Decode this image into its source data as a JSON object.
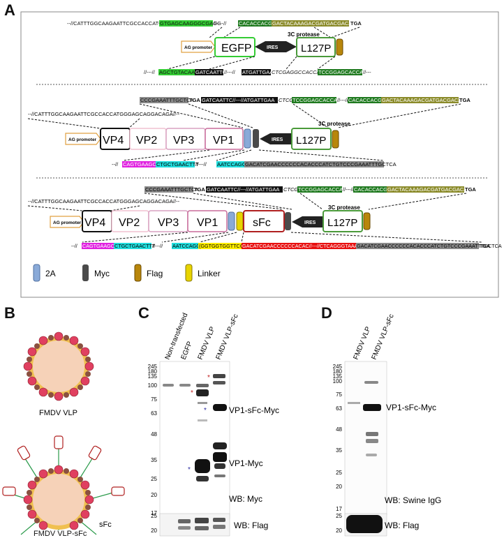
{
  "panels": {
    "A": "A",
    "B": "B",
    "C": "C",
    "D": "D"
  },
  "panelA": {
    "row1": {
      "seq_top_prefix": "--//CATTTGGCAAGAATTCGCCACCATG",
      "seq_top_green": "GTGAGCAAGGGCGAGG",
      "seq_top_sep": "//----//",
      "seq_top_darkgreen": "CACACCACGAG",
      "seq_top_olive": "GACTACAAAGACGATGACGACAAG",
      "seq_top_tga": "TGA",
      "promoter": "AG promoter",
      "egfp": "EGFP",
      "ires": "IRES",
      "l127p": "L127P",
      "protease": "3C protease",
      "seq_bot_prefix": "//---//",
      "seq_bot_green": "AGCTGTACAAG",
      "seq_bot_black": "GATCAATTC",
      "seq_bot_sep": "//---//",
      "seq_bot_black2": "ATGATTGAA",
      "seq_bot_mid": "CTCGAGGCCACCATG",
      "seq_bot_dkgreen": "TCCGGAGCACCACC",
      "seq_bot_end": "//---"
    },
    "row2": {
      "seq_top_gray": "CCCGAAATTTGCTCA",
      "seq_top_tga": "TGA",
      "seq_top_black": "GATCAATTC//---//ATGATTGAA",
      "seq_top_mid": "CTCGAGGCCACCATG",
      "seq_top_dkgreen": "TCCGGAGCACCACC",
      "seq_top_sep": "//---//",
      "seq_top_dkgreen2": "CACACCACGAG",
      "seq_top_olive": "GACTACAAAGACGATGACGACAAG",
      "seq_top_tga2": "TGA",
      "seq_left": "--//CATTTGGCAAGAATTCGCCACCATGGGAGCAGGACAGA//--",
      "promoter": "AG promoter",
      "vp4": "VP4",
      "vp2": "VP2",
      "vp3": "VP3",
      "vp1": "VP1",
      "ires": "IRES",
      "l127p": "L127P",
      "protease": "3C protease",
      "seq_bot_prefix": "--//",
      "seq_bot_magenta": "CAGTGAAGCAG",
      "seq_bot_cyan": "CTGCTGAACTTT",
      "seq_bot_sep": "//---//",
      "seq_bot_cyan2": "AATCCAGGC",
      "seq_bot_gray": "GACATCGAACCCCCCACACCCATCTGTCCCGAAATTTGCTCA"
    },
    "row3": {
      "seq_top_gray": "CCCGAAATTTGCTCA",
      "seq_top_tga": "TGA",
      "seq_top_black": "GATCAATTC//---//ATGATTGAA",
      "seq_top_mid": "CTCGAGGCCACCATG",
      "seq_top_dkgreen": "TCCGGAGCACCACC",
      "seq_top_sep": "//---//",
      "seq_top_dkgreen2": "CACACCACGAG",
      "seq_top_olive": "GACTACAAAGACGATGACGACAAG",
      "seq_top_tga2": "TGA",
      "seq_left": "--//CATTTGGCAAGAATTCGCCACCATGGGAGCAGGACAGA//--",
      "promoter": "AG promoter",
      "vp4": "VP4",
      "vp2": "VP2",
      "vp3": "VP3",
      "vp1": "VP1",
      "sfc": "sFc",
      "ires": "IRES",
      "l127p": "L127P",
      "protease": "3C protease",
      "seq_bot_prefix": "--//",
      "seq_bot_magenta": "CAGTGAAGCAG",
      "seq_bot_cyan": "CTGCTGAACTTT",
      "seq_bot_sep": "//---//",
      "seq_bot_cyan2": "AATCCAGGC",
      "seq_bot_yellow": "(GGTGGTGGTTCG)",
      "seq_bot_red": "GACATCGAACCCCCCACAC//---//CTCAGGGTAAA",
      "seq_bot_gray": "GACATCGAACCCCCCACACCCATCTGTCCCGAAATTTGCTCA",
      "seq_bot_tga": "TGA"
    },
    "legend": [
      {
        "label": "2A",
        "color": "#8aaad8"
      },
      {
        "label": "Myc",
        "color": "#4a4a4a"
      },
      {
        "label": "Flag",
        "color": "#b8860b"
      },
      {
        "label": "Linker",
        "color": "#e8d400"
      }
    ]
  },
  "panelB": {
    "vlp_label": "FMDV VLP",
    "vlp_sfc_label": "FMDV VLP-sFc",
    "sfc_label": "sFc"
  },
  "panelC": {
    "lanes": [
      "Non-transfected",
      "EGFP",
      "FMDV VLP",
      "FMDV VLP-sFc"
    ],
    "markers": [
      "245",
      "180",
      "135",
      "100",
      "75",
      "63",
      "48",
      "35",
      "25",
      "20",
      "17"
    ],
    "band_label_top": "VP1-sFc-Myc",
    "band_label_bottom": "VP1-Myc",
    "wb_main": "WB: Myc",
    "flag_markers": [
      "25",
      "20"
    ],
    "wb_flag": "WB: Flag"
  },
  "panelD": {
    "lanes": [
      "FMDV VLP",
      "FMDV VLP-sFc"
    ],
    "markers": [
      "245",
      "180",
      "135",
      "100",
      "75",
      "63",
      "48",
      "35",
      "25",
      "20",
      "17"
    ],
    "band_label": "VP1-sFc-Myc",
    "wb_main": "WB: Swine IgG",
    "flag_markers": [
      "25",
      "20"
    ],
    "wb_flag": "WB: Flag"
  },
  "colors": {
    "green": "#33cc33",
    "darkgreen": "#1f7a1f",
    "olive": "#8b8b2a",
    "magenta": "#e020e0",
    "cyan": "#22dddd",
    "gray": "#8a8a8a",
    "red": "#e81010",
    "yellow": "#ffee00"
  }
}
